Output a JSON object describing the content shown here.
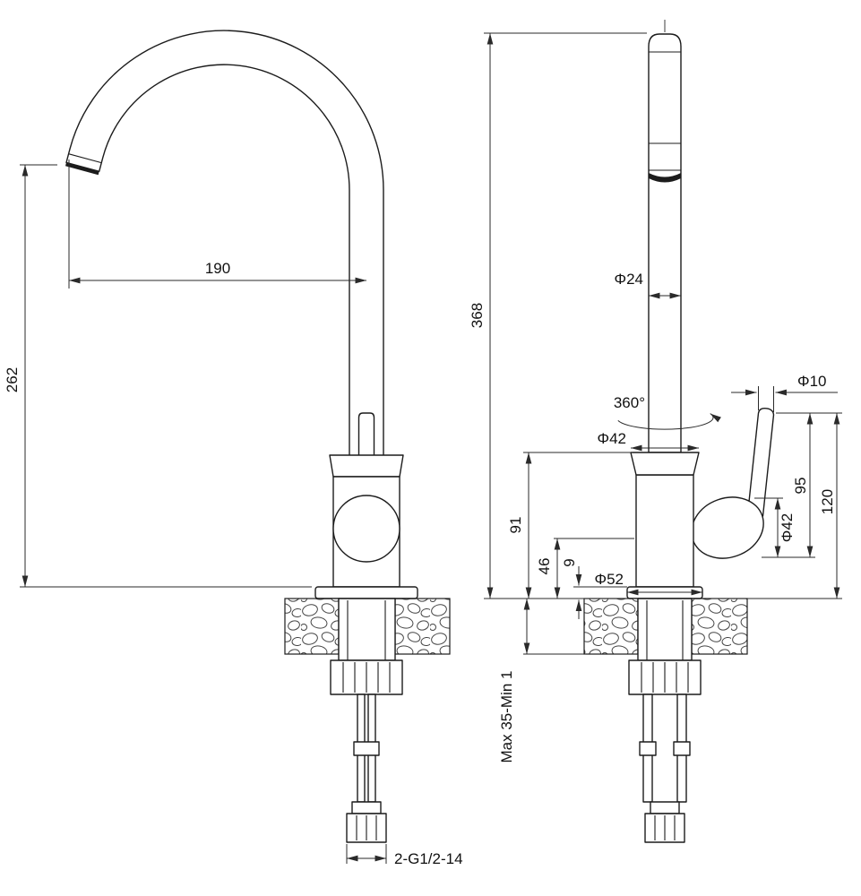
{
  "drawing": {
    "colors": {
      "line": "#1c1c1c",
      "background": "#ffffff"
    },
    "labels": {
      "spout_reach": "190",
      "spout_height": "262",
      "overall_height": "368",
      "spout_pipe_diameter": "Φ24",
      "swivel_angle": "360°",
      "body_diameter": "Φ42",
      "handle_diameter": "Φ10",
      "handle_height": "95",
      "handle_overall_height": "120",
      "cartridge_diameter": "Φ42",
      "body_height": "91",
      "outlet_height": "46",
      "flange_height": "9",
      "base_diameter": "Φ52",
      "deck_thickness": "Max 35-Min 1",
      "thread_spec": "2-G1/2-14"
    }
  }
}
